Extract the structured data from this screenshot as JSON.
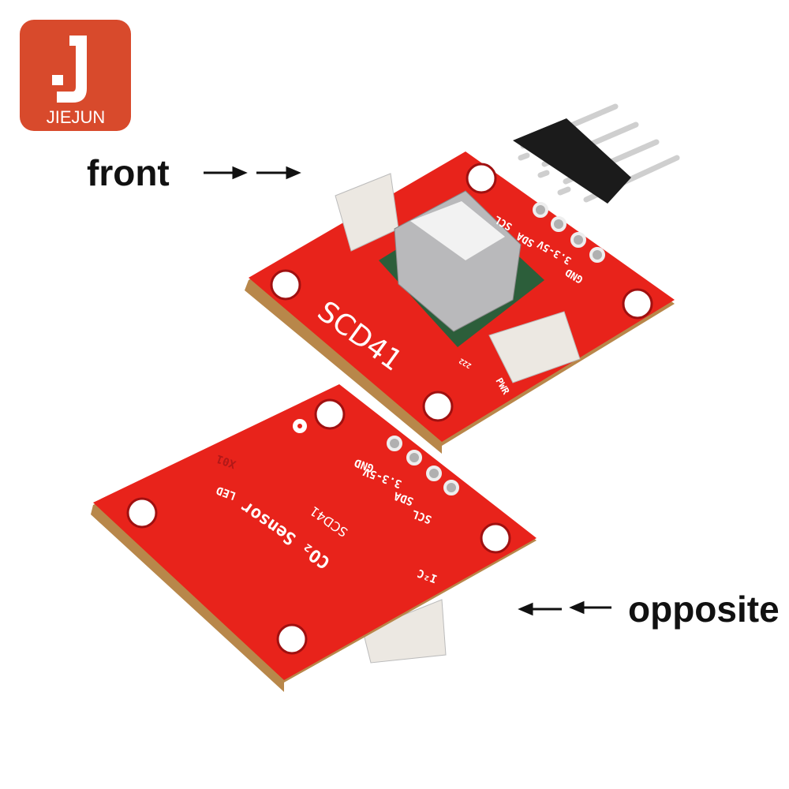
{
  "logo": {
    "letter": "J",
    "brand": "JIEJUN",
    "color": "#d84a2c"
  },
  "callouts": {
    "front": "front",
    "opposite": "opposite"
  },
  "front_board": {
    "model_label": "SCD41",
    "pins": [
      "SCL",
      "SDA",
      "3.3-5V",
      "GND"
    ],
    "power_label": "PWR",
    "resistor_code": "222",
    "color": "#e8231b"
  },
  "back_board": {
    "title": "CO₂ Sensor",
    "model_label": "SCD41",
    "pins": [
      "GND",
      "3.3-5V",
      "SDA",
      "SCL"
    ],
    "led_label": "LED",
    "i2c_label": "I²C",
    "x01_label": "X01",
    "color": "#e8231b"
  }
}
